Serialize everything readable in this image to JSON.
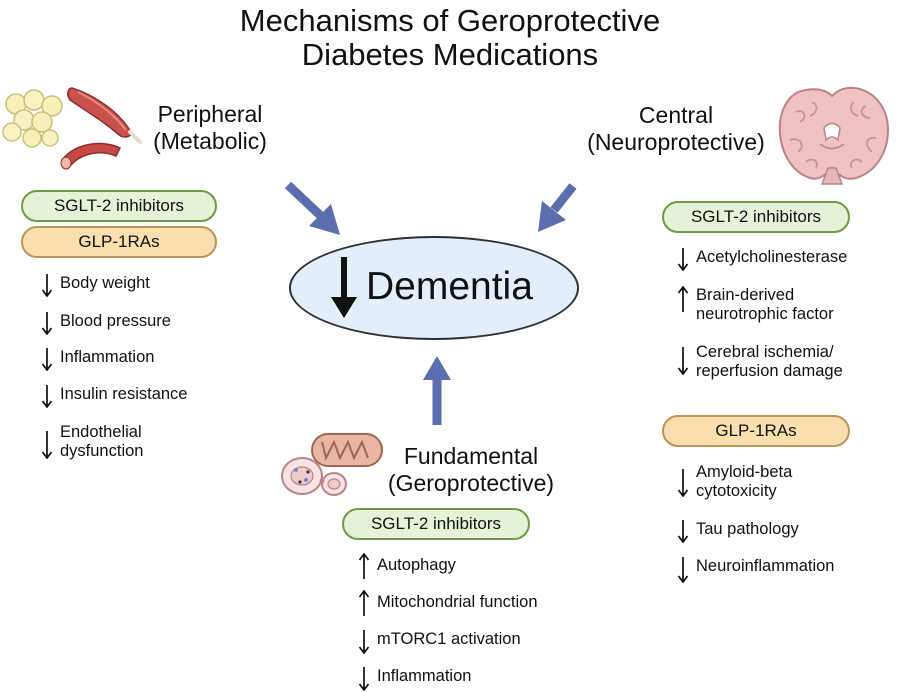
{
  "title": {
    "line1": "Mechanisms of Geroprotective",
    "line2": "Diabetes Medications"
  },
  "center": {
    "label": "Dementia",
    "direction": "down"
  },
  "peripheral": {
    "heading_line1": "Peripheral",
    "heading_line2": "(Metabolic)",
    "drugs": [
      "SGLT-2 inhibitors",
      "GLP-1RAs"
    ],
    "effects": [
      {
        "direction": "down",
        "lines": [
          "Body weight"
        ]
      },
      {
        "direction": "down",
        "lines": [
          "Blood pressure"
        ]
      },
      {
        "direction": "down",
        "lines": [
          "Inflammation"
        ]
      },
      {
        "direction": "down",
        "lines": [
          "Insulin resistance"
        ]
      },
      {
        "direction": "down",
        "lines": [
          "Endothelial",
          "dysfunction"
        ]
      }
    ]
  },
  "central": {
    "heading_line1": "Central",
    "heading_line2": "(Neuroprotective)",
    "sglt2": {
      "label": "SGLT-2 inhibitors",
      "effects": [
        {
          "direction": "down",
          "lines": [
            "Acetylcholinesterase"
          ]
        },
        {
          "direction": "up",
          "lines": [
            "Brain-derived",
            "neurotrophic factor"
          ]
        },
        {
          "direction": "down",
          "lines": [
            "Cerebral ischemia/",
            "reperfusion damage"
          ]
        }
      ]
    },
    "glp1": {
      "label": "GLP-1RAs",
      "effects": [
        {
          "direction": "down",
          "lines": [
            "Amyloid-beta",
            "cytotoxicity"
          ]
        },
        {
          "direction": "down",
          "lines": [
            "Tau pathology"
          ]
        },
        {
          "direction": "down",
          "lines": [
            "Neuroinflammation"
          ]
        }
      ]
    }
  },
  "fundamental": {
    "heading_line1": "Fundamental",
    "heading_line2": "(Geroprotective)",
    "drug": "SGLT-2 inhibitors",
    "effects": [
      {
        "direction": "up",
        "lines": [
          "Autophagy"
        ]
      },
      {
        "direction": "up",
        "lines": [
          "Mitochondrial function"
        ]
      },
      {
        "direction": "down",
        "lines": [
          "mTORC1 activation"
        ]
      },
      {
        "direction": "down",
        "lines": [
          "Inflammation"
        ]
      }
    ]
  },
  "colors": {
    "flow_arrow": "#5b6fae",
    "drug_sglt2_fill": "#e6f2d8",
    "drug_sglt2_border": "#6f9a45",
    "drug_glp1_fill": "#f8dfad",
    "drug_glp1_border": "#b79457",
    "ellipse_fill": "#e4eefa"
  },
  "icons": [
    "fat-cells-icon",
    "muscle-icon",
    "blood-vessel-icon",
    "brain-icon",
    "mitochondria-icon",
    "cell-icon"
  ]
}
